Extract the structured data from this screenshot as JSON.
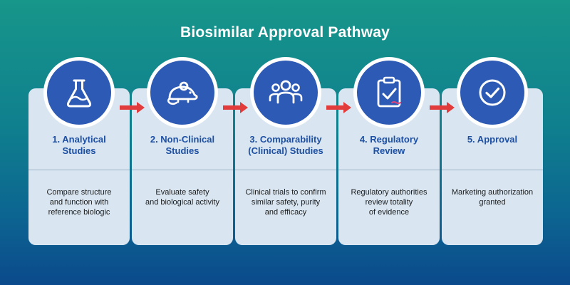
{
  "title": "Biosimilar Approval Pathway",
  "colors": {
    "card_bg": "#d9e6f1",
    "circle": "#2d5ab4",
    "heading": "#1d4fa3",
    "arrow": "#e23b3b"
  },
  "steps": [
    {
      "icon": "flask-icon",
      "heading_line1": "1. Analytical",
      "heading_line2": "Studies",
      "desc_line1": "Compare structure",
      "desc_line2": "and function with",
      "desc_line3": "reference biologic"
    },
    {
      "icon": "mouse-icon",
      "heading_line1": "2. Non-Clinical",
      "heading_line2": "Studies",
      "desc_line1": "Evaluate safety",
      "desc_line2": "and biological activity",
      "desc_line3": ""
    },
    {
      "icon": "people-group-icon",
      "heading_line1": "3. Comparability",
      "heading_line2": "(Clinical) Studies",
      "desc_line1": "Clinical trials to confirm",
      "desc_line2": "similar safety, purity",
      "desc_line3": "and efficacy"
    },
    {
      "icon": "clipboard-check-icon",
      "heading_line1": "4. Regulatory",
      "heading_line2": "Review",
      "desc_line1": "Regulatory authorities",
      "desc_line2": "review totality",
      "desc_line3": "of evidence"
    },
    {
      "icon": "check-circle-icon",
      "heading_line1": "5. Approval",
      "heading_line2": "",
      "desc_line1": "Marketing authorization",
      "desc_line2": "granted",
      "desc_line3": ""
    }
  ]
}
